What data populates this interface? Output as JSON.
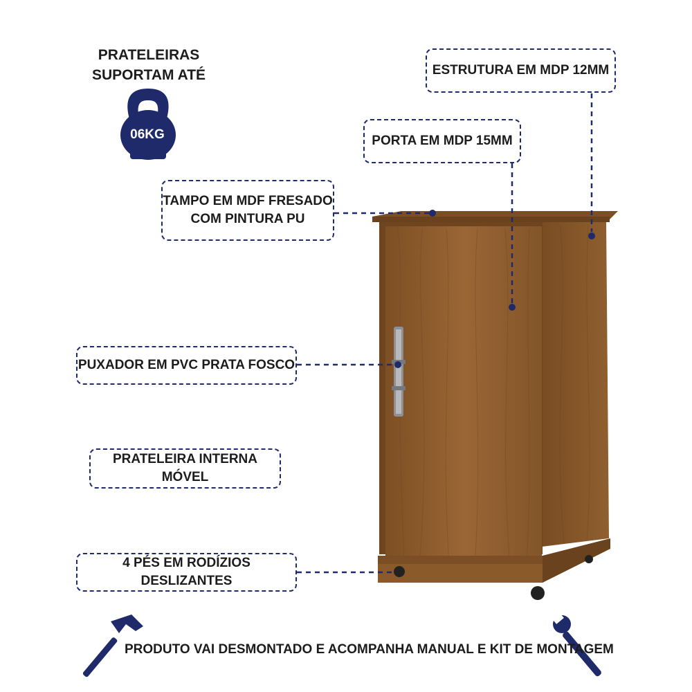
{
  "weight_badge": {
    "line1": "PRATELEIRAS",
    "line2": "SUPORTAM ATÉ",
    "value": "06KG"
  },
  "callouts": {
    "estrutura": "ESTRUTURA EM MDP 12MM",
    "porta": "PORTA EM MDP 15MM",
    "tampo_line1": "TAMPO EM MDF FRESADO",
    "tampo_line2": "COM PINTURA PU",
    "puxador": "PUXADOR EM PVC PRATA FOSCO",
    "prateleira": "PRATELEIRA INTERNA MÓVEL",
    "pes": "4 PÉS EM RODÍZIOS DESLIZANTES"
  },
  "footer": "PRODUTO VAI DESMONTADO E ACOMPANHA MANUAL E KIT DE MONTAGEM",
  "colors": {
    "navy": "#1f2a6b",
    "wood": "#8a5a2b",
    "wood_dark": "#6b4420"
  },
  "icons": [
    "kettlebell-icon",
    "hammer-icon",
    "wrench-icon"
  ]
}
